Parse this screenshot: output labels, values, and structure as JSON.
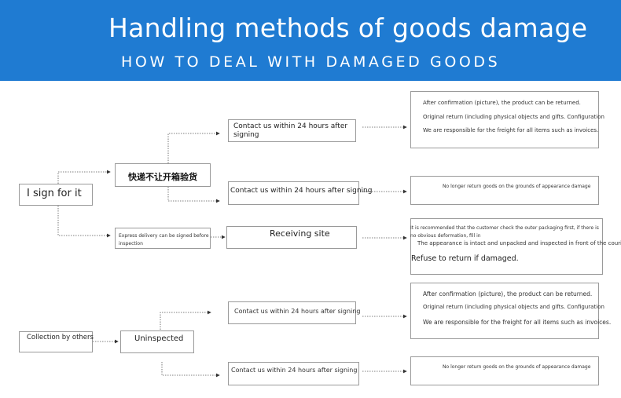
{
  "header": {
    "title": "Handling methods of goods damage",
    "subtitle": "HOW TO DEAL WITH DAMAGED GOODS"
  },
  "flow1": {
    "start": "I sign for it",
    "branch_top": "快递不让开箱验货",
    "branch_bottom": "Express delivery can be signed before inspection",
    "step_top": "Contact us within 24 hours after signing",
    "step_middle": "Contact us within 24 hours after signing",
    "step_bottom": "Receiving site",
    "result_top": [
      "After confirmation (picture), the product can be returned.",
      "Original return (including physical objects and gifts. Configuration",
      "We are responsible for the freight for all items such as invoices."
    ],
    "result_middle": "No longer return goods on the grounds of appearance damage",
    "result_bottom": [
      "It is recommended that the customer check the outer packaging first, if there is no obvious deformation, fill in",
      "The appearance is intact and unpacked and inspected in front of the courier,",
      "Refuse to return if damaged."
    ]
  },
  "flow2": {
    "start": "Collection by others",
    "mid": "Uninspected",
    "step_top": "Contact us within 24 hours after signing",
    "step_bottom": "Contact us within 24 hours after signing",
    "result_top": [
      "After confirmation (picture), the product can be returned.",
      "Original return (including physical objects and gifts. Configuration",
      "We are responsible for the freight for all items such as invoices."
    ],
    "result_bottom": "No longer return goods on the grounds of appearance damage"
  }
}
